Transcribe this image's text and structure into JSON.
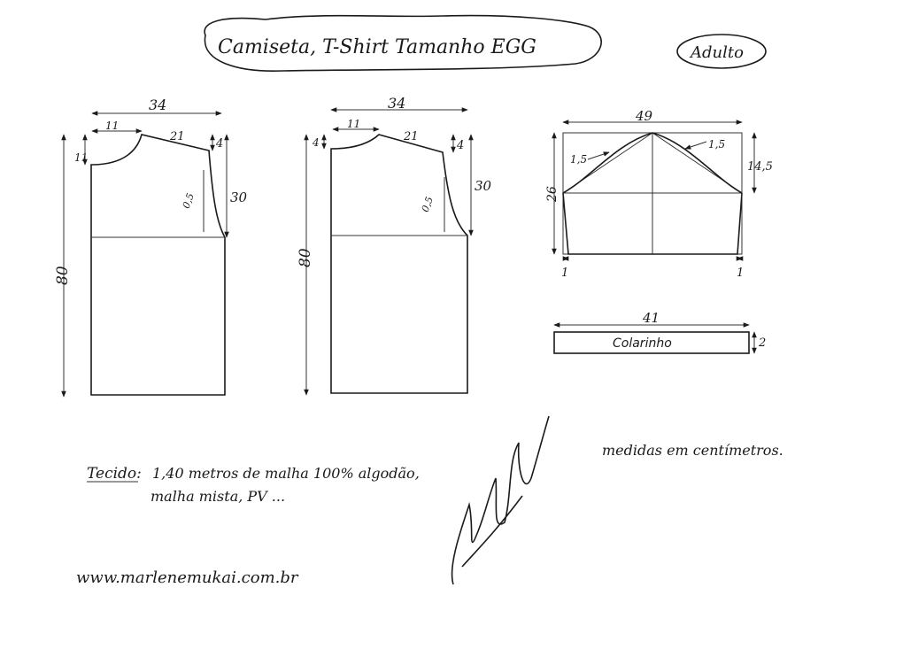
{
  "header": {
    "title": "Camiseta, T-Shirt Tamanho EGG",
    "badge": "Adulto"
  },
  "front": {
    "width_top": "34",
    "neck_width": "11",
    "neck_depth": "11",
    "shoulder": "21",
    "shoulder_drop": "4",
    "armhole_depth": "30",
    "armhole_curve": "0,5",
    "length": "80"
  },
  "back": {
    "width_top": "34",
    "neck_width": "11",
    "neck_depth": "4",
    "shoulder": "21",
    "shoulder_drop": "4",
    "armhole_depth": "30",
    "armhole_curve": "0,5",
    "length": "80"
  },
  "sleeve": {
    "width": "49",
    "cap_height": "14,5",
    "total_height": "26",
    "curve_left": "1,5",
    "curve_right": "1,5",
    "hem_left": "1",
    "hem_right": "1"
  },
  "collar": {
    "width": "41",
    "height": "2",
    "label": "Colarinho"
  },
  "notes": {
    "fabric_label": "Tecido:",
    "fabric_line1": "1,40 metros de malha 100% algodão,",
    "fabric_line2": "malha mista, PV ...",
    "units": "medidas em centímetros.",
    "website": "www.marlenemukai.com.br",
    "signature": "Marlene Mukai"
  }
}
